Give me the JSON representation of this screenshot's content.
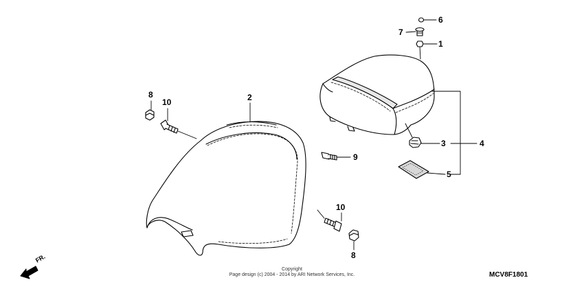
{
  "callouts": {
    "n1": "1",
    "n2": "2",
    "n3": "3",
    "n4": "4",
    "n5": "5",
    "n6": "6",
    "n7": "7",
    "n8a": "8",
    "n8b": "8",
    "n9": "9",
    "n10a": "10",
    "n10b": "10"
  },
  "direction_label": "FR.",
  "copyright": {
    "line1": "Copyright",
    "line2": "Page design (c) 2004 - 2014 by ARI Network Services, Inc."
  },
  "diagram_code": "MCV8F1801"
}
